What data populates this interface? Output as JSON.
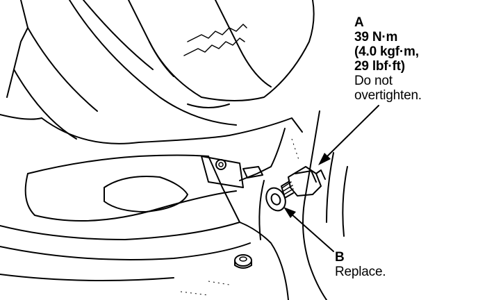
{
  "callouts": {
    "a": {
      "letter": "A",
      "torque_nm": "39 N·m",
      "torque_kgf": "(4.0 kgf·m,",
      "torque_lbf": "29 lbf·ft)",
      "note_line1": "Do not",
      "note_line2": "overtighten."
    },
    "b": {
      "letter": "B",
      "note": "Replace."
    }
  }
}
